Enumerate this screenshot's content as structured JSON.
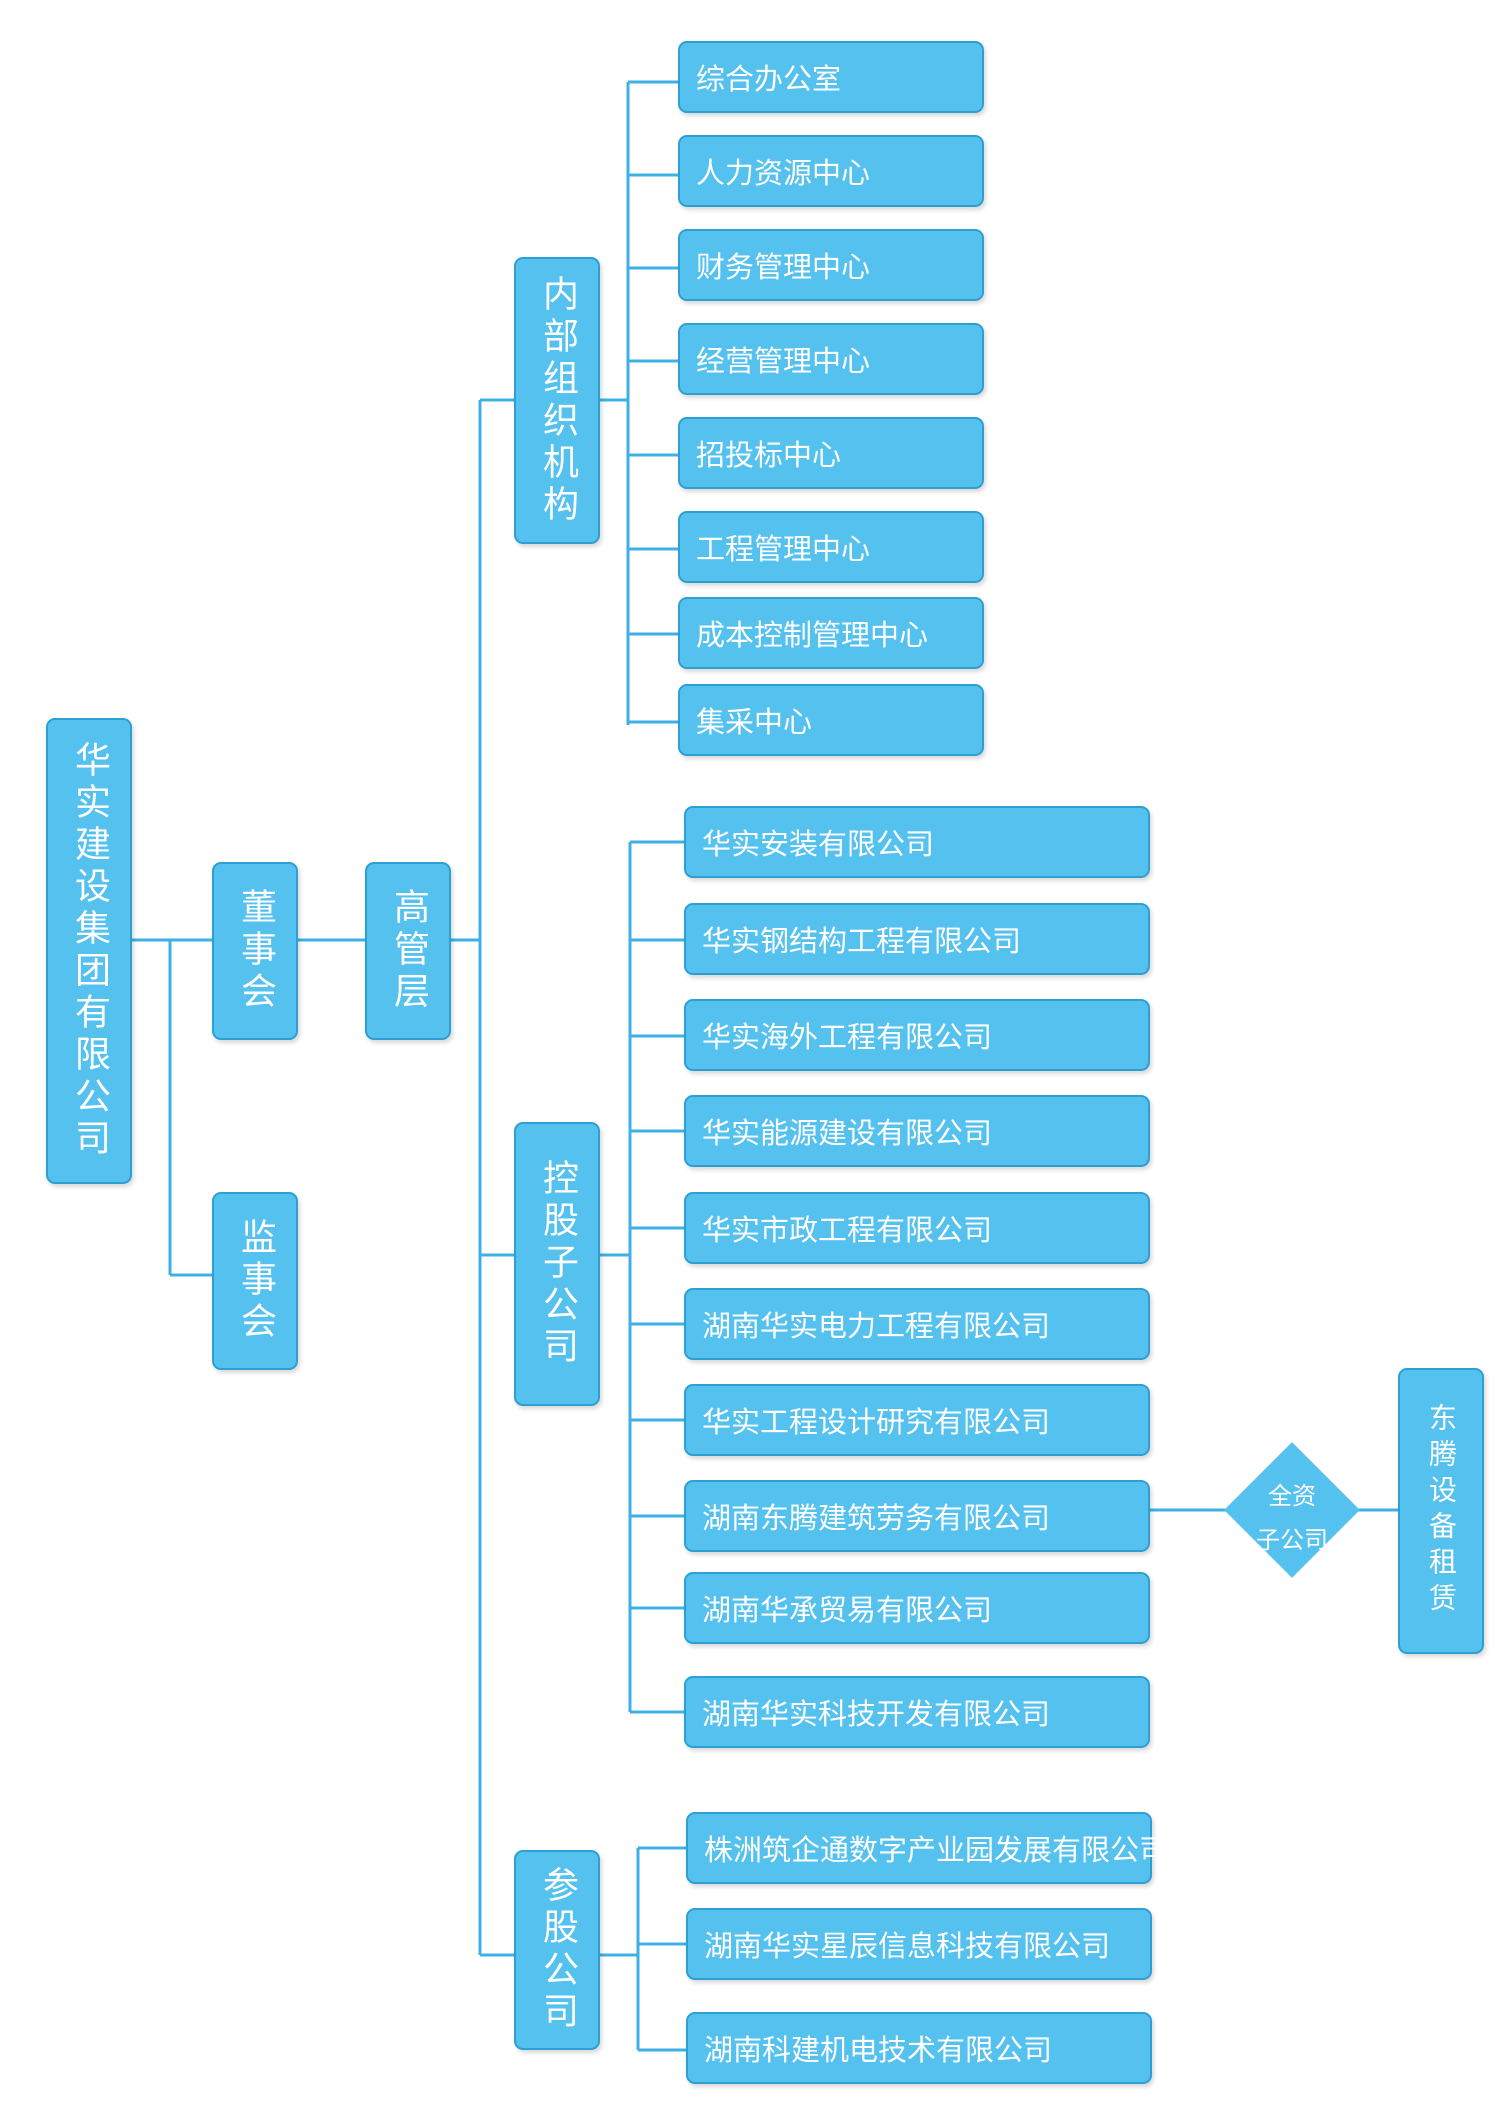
{
  "colors": {
    "box": "#55c1ef",
    "border": "#2d9fd2",
    "line": "#3fb0e6",
    "text": "#ffffff"
  },
  "group": {
    "name": "华实建设集团有限公司"
  },
  "board": {
    "directors": "董事会",
    "supervisors": "监事会",
    "management": "高管层"
  },
  "internal": {
    "label": "内部组织机构",
    "items": [
      "综合办公室",
      "人力资源中心",
      "财务管理中心",
      "经营管理中心",
      "招投标中心",
      "工程管理中心",
      "成本控制管理中心",
      "集采中心"
    ]
  },
  "holding": {
    "label": "控股子公司",
    "items": [
      "华实安装有限公司",
      "华实钢结构工程有限公司",
      "华实海外工程有限公司",
      "华实能源建设有限公司",
      "华实市政工程有限公司",
      "湖南华实电力工程有限公司",
      "华实工程设计研究有限公司",
      "湖南东腾建筑劳务有限公司",
      "湖南华承贸易有限公司",
      "湖南华实科技开发有限公司"
    ]
  },
  "equity": {
    "label": "参股公司",
    "items": [
      "株洲筑企通数字产业园发展有限公司",
      "湖南华实星辰信息科技有限公司",
      "湖南科建机电技术有限公司"
    ]
  },
  "subsidiary": {
    "relation_line1": "全资",
    "relation_line2": "子公司",
    "name": "东腾设备租赁"
  }
}
